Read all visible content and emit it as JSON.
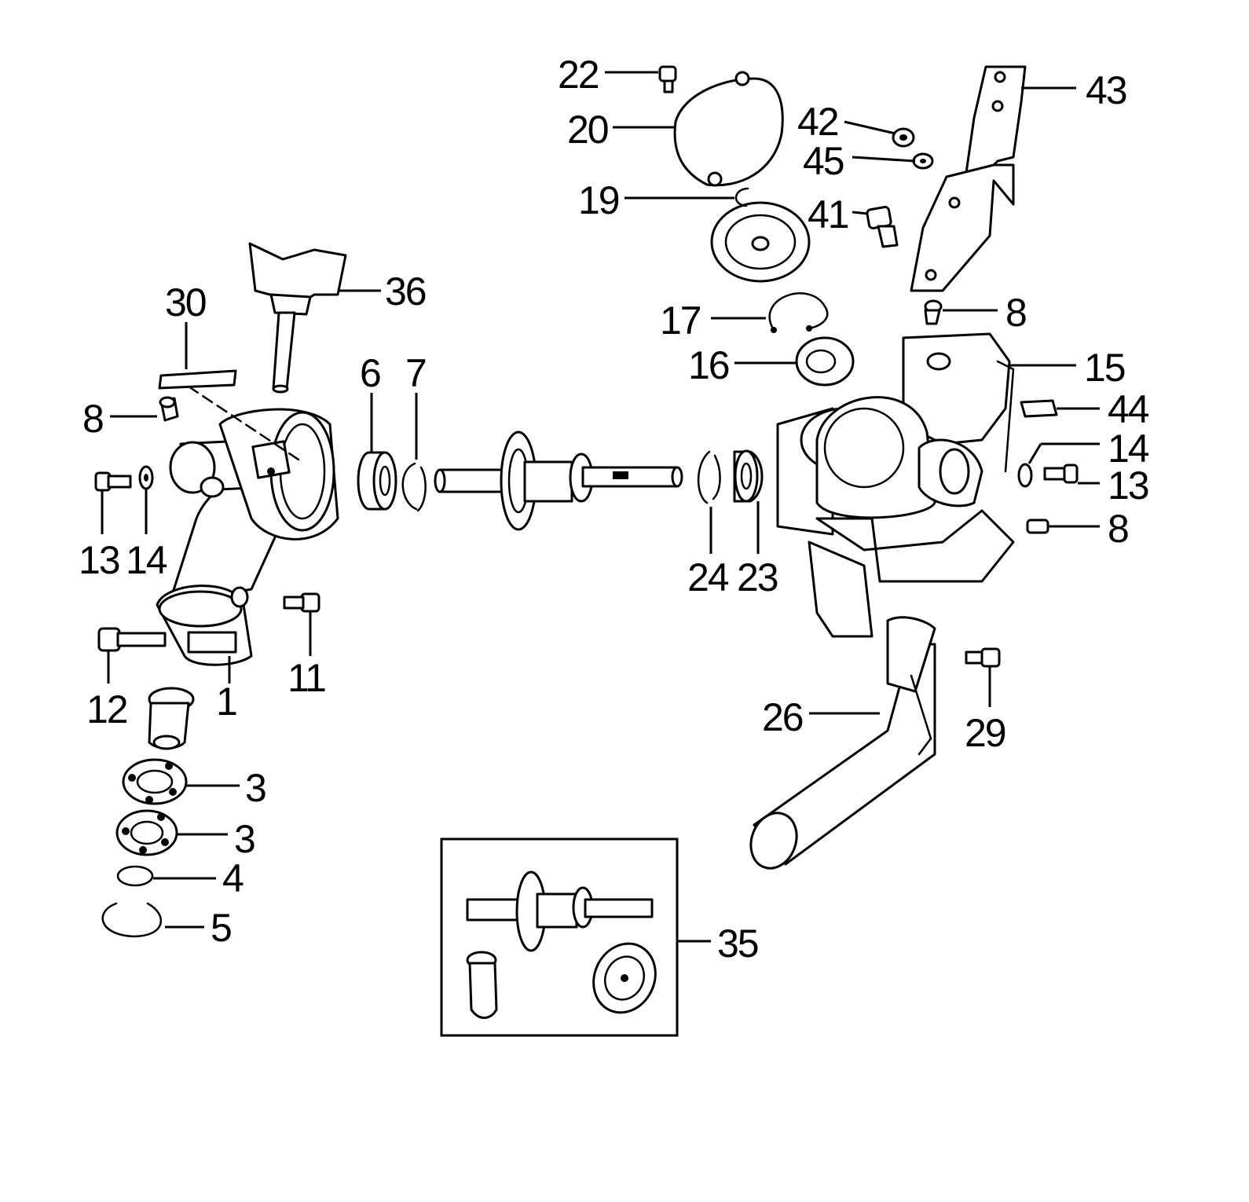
{
  "diagram": {
    "type": "exploded parts diagram",
    "callouts": {
      "p1": "1",
      "p3a": "3",
      "p3b": "3",
      "p4": "4",
      "p5": "5",
      "p6": "6",
      "p7": "7",
      "p8a": "8",
      "p8b": "8",
      "p8c": "8",
      "p11": "11",
      "p12": "12",
      "p13a": "13",
      "p13b": "13",
      "p14a": "14",
      "p14b": "14",
      "p15": "15",
      "p16": "16",
      "p17": "17",
      "p19": "19",
      "p20": "20",
      "p22": "22",
      "p23": "23",
      "p24": "24",
      "p26": "26",
      "p29": "29",
      "p30": "30",
      "p35": "35",
      "p36": "36",
      "p41": "41",
      "p42": "42",
      "p43": "43",
      "p44": "44",
      "p45": "45"
    }
  }
}
